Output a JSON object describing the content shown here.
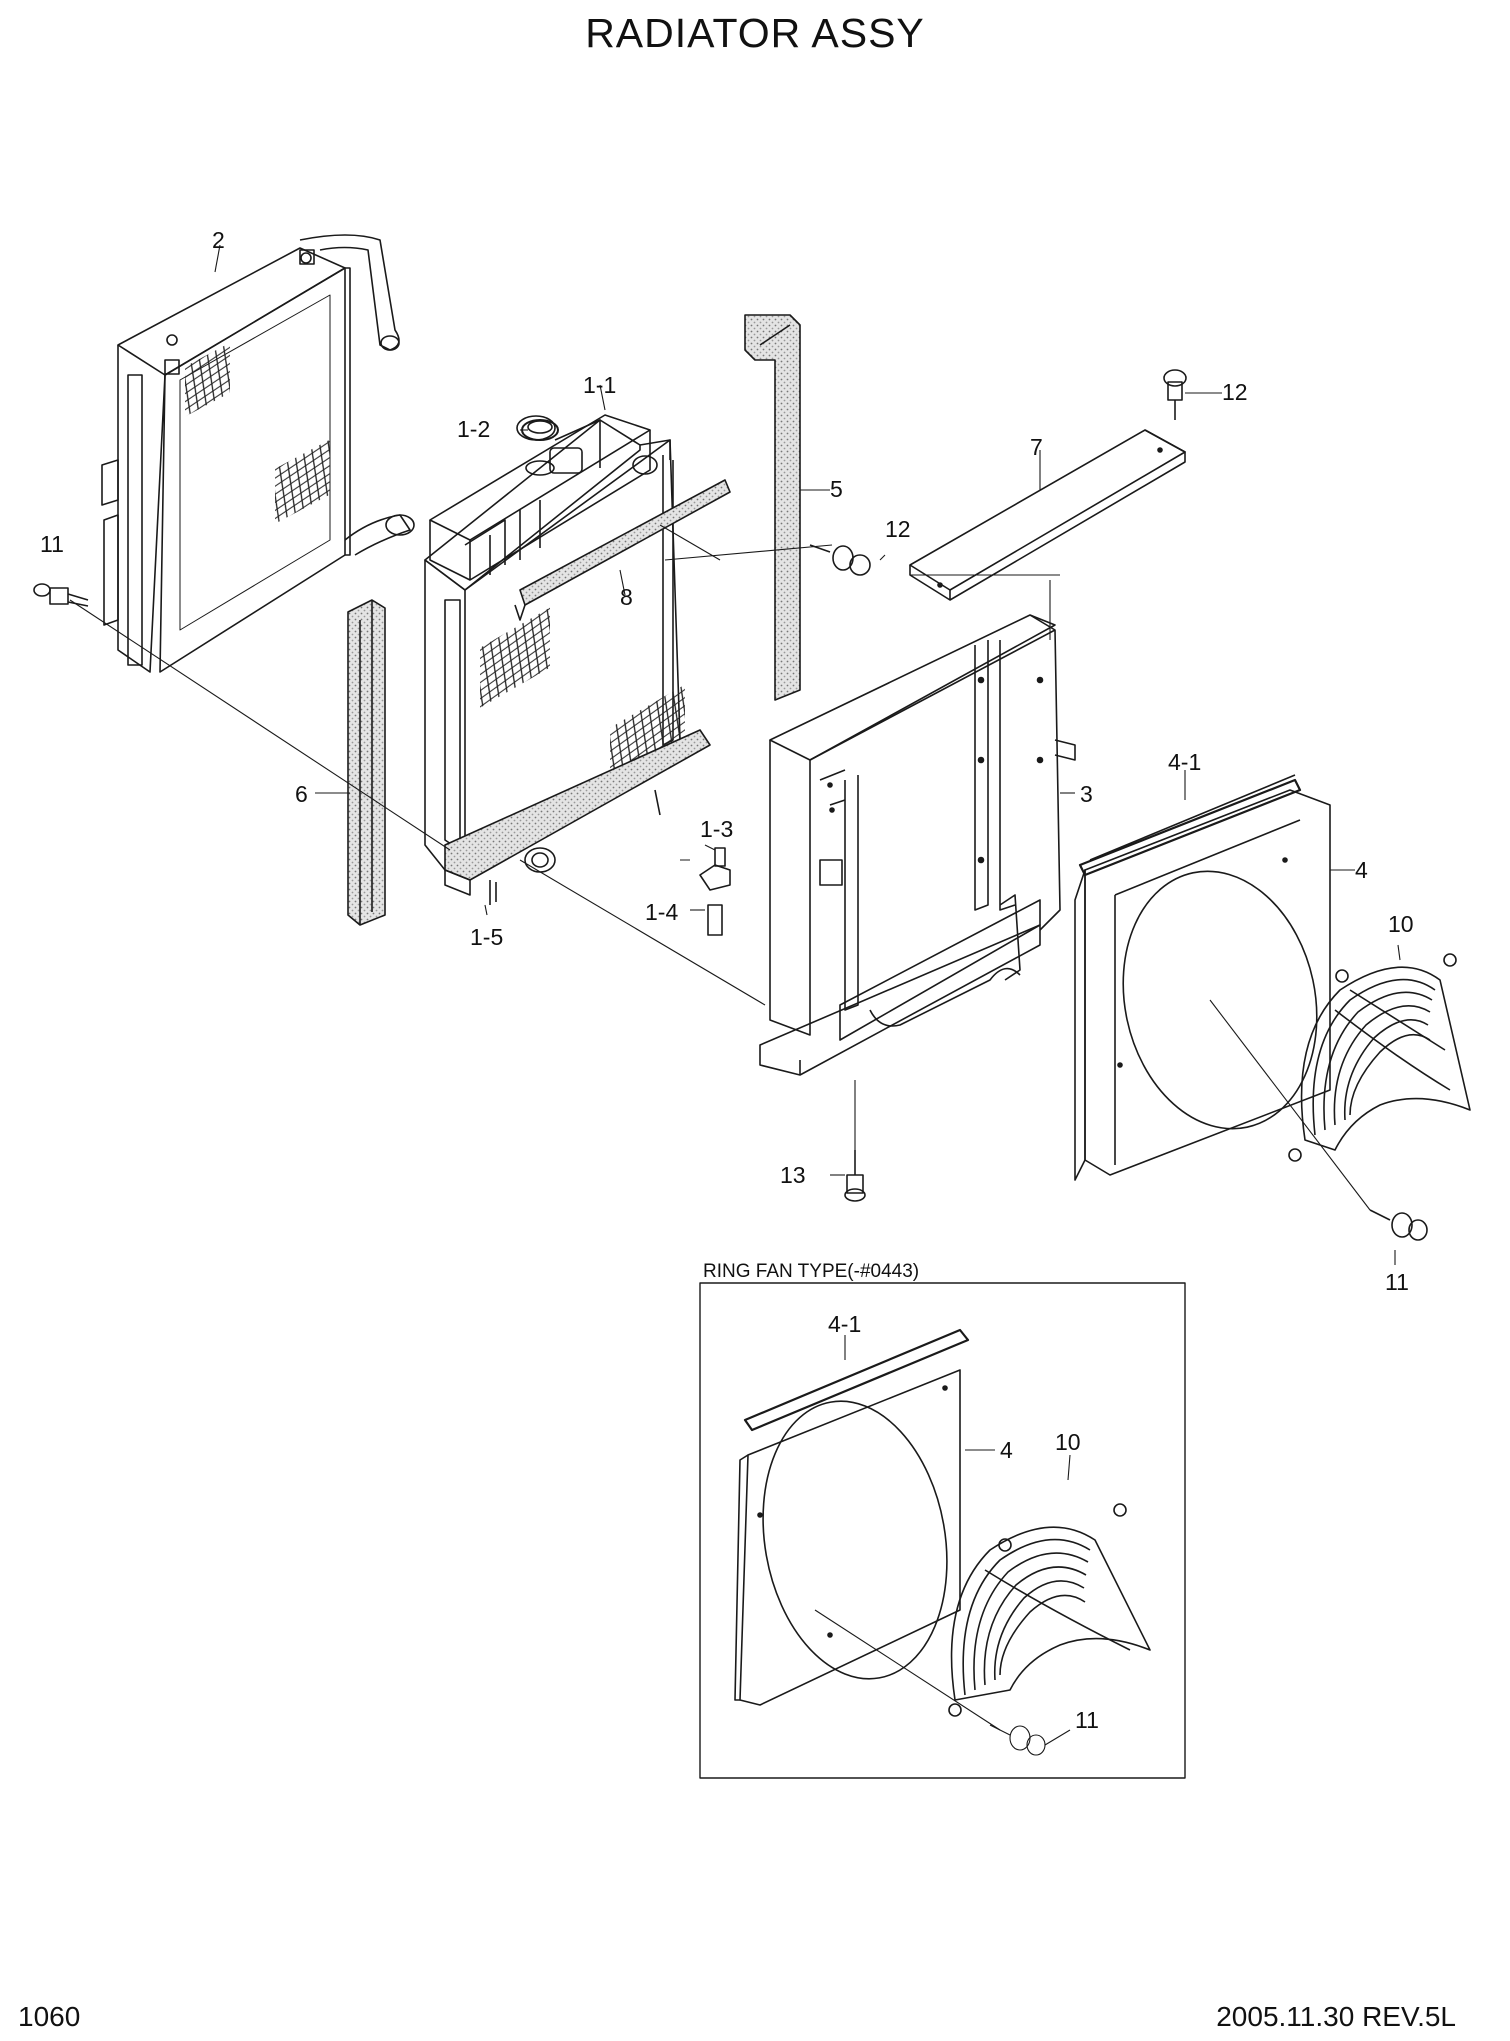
{
  "title": "RADIATOR ASSY",
  "page_number": "1060",
  "revision": "2005.11.30  REV.5L",
  "inset_title": "RING FAN TYPE(-#0443)",
  "callouts": {
    "c2": "2",
    "c1_1": "1-1",
    "c1_2": "1-2",
    "c12a": "12",
    "c12b": "12",
    "c7": "7",
    "c5": "5",
    "c11a": "11",
    "c8": "8",
    "c6": "6",
    "c3": "3",
    "c4_1a": "4-1",
    "c4a": "4",
    "c10a": "10",
    "c1_3": "1-3",
    "c1_4": "1-4",
    "c1_5": "1-5",
    "c13": "13",
    "c11b": "11",
    "c4_1b": "4-1",
    "c4b": "4",
    "c10b": "10",
    "c11c": "11"
  },
  "colors": {
    "line": "#1a1a1a",
    "foam": "#d6d6d6",
    "paper": "#ffffff"
  }
}
